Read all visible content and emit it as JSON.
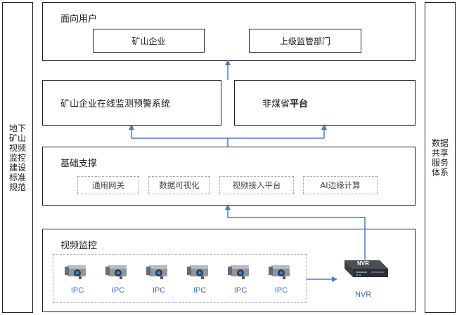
{
  "left_sidebar": {
    "text": "地下矿山视频监控建设标准规范"
  },
  "right_sidebar": {
    "text": "数据共享服务体系"
  },
  "top_layer": {
    "title": "面向用户",
    "items": [
      "矿山企业",
      "上级监管部门"
    ]
  },
  "systems": {
    "left": "矿山企业在线监测预警系统",
    "right_prefix": "非煤省",
    "right_bold": "平台"
  },
  "support_layer": {
    "title": "基础支撑",
    "items": [
      "通用网关",
      "数据可视化",
      "视频接入平台",
      "AI边缘计算"
    ]
  },
  "video_layer": {
    "title": "视频监控",
    "camera_label": "IPC",
    "cameras": [
      "IPC",
      "IPC",
      "IPC",
      "IPC",
      "IPC",
      "IPC"
    ],
    "nvr_label": "NVR",
    "nvr_badge": "NVR"
  },
  "colors": {
    "arrow": "#4a78c8",
    "border": "#222222",
    "dashed": "#aaaaaa"
  }
}
